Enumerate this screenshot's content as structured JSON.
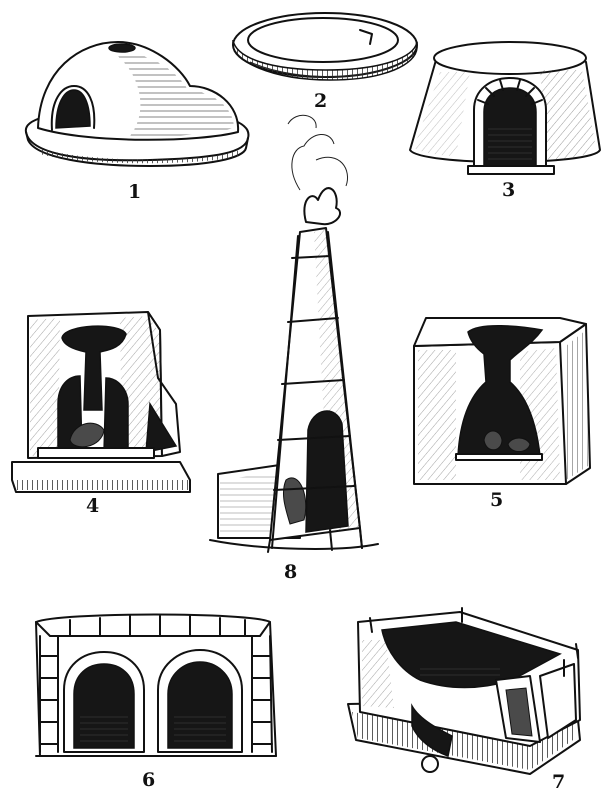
{
  "figures": [
    {
      "id": "1",
      "label": "1"
    },
    {
      "id": "2",
      "label": "2"
    },
    {
      "id": "3",
      "label": "3"
    },
    {
      "id": "4",
      "label": "4"
    },
    {
      "id": "5",
      "label": "5"
    },
    {
      "id": "6",
      "label": "6"
    },
    {
      "id": "7",
      "label": "7"
    },
    {
      "id": "8",
      "label": "8"
    }
  ]
}
